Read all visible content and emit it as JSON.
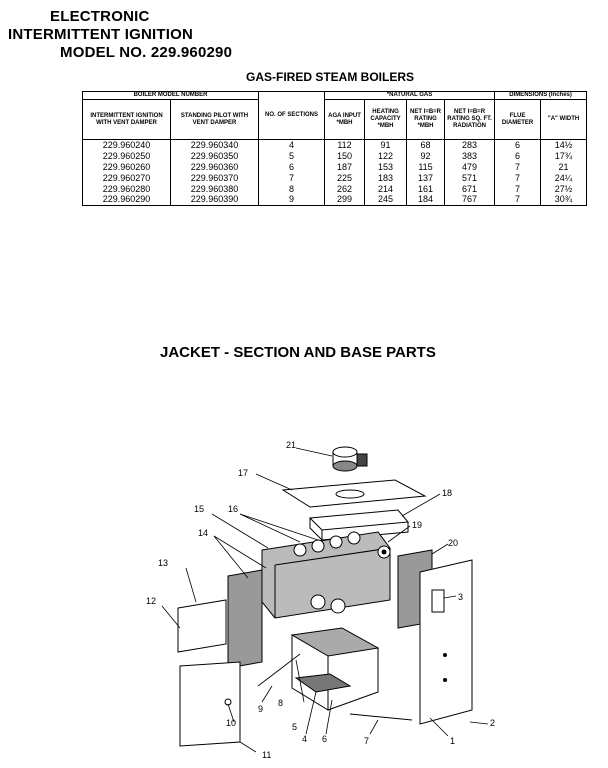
{
  "header": {
    "line1": "ELECTRONIC",
    "line2": "INTERMITTENT IGNITION",
    "line3": "MODEL NO. 229.960290"
  },
  "table": {
    "title": "GAS-FIRED STEAM BOILERS",
    "group_headers": {
      "model_number": "BOILER MODEL NUMBER",
      "natural_gas": "*NATURAL GAS",
      "dimensions": "DIMENSIONS (Inches)"
    },
    "columns": [
      "INTERMITTENT IGNITION WITH VENT DAMPER",
      "STANDING PILOT WITH VENT DAMPER",
      "NO. OF SECTIONS",
      "AGA INPUT *MBH",
      "HEATING CAPACITY *MBH",
      "NET I=B=R RATING *MBH",
      "NET I=B=R RATING SQ. FT. RADIATION",
      "FLUE DIAMETER",
      "\"A\" WIDTH"
    ],
    "rows": [
      [
        "229.960240",
        "229.960340",
        "4",
        "112",
        "91",
        "68",
        "283",
        "6",
        "14½"
      ],
      [
        "229.960250",
        "229.960350",
        "5",
        "150",
        "122",
        "92",
        "383",
        "6",
        "17¾"
      ],
      [
        "229.960260",
        "229.960360",
        "6",
        "187",
        "153",
        "115",
        "479",
        "7",
        "21"
      ],
      [
        "229.960270",
        "229.960370",
        "7",
        "225",
        "183",
        "137",
        "571",
        "7",
        "24¼"
      ],
      [
        "229.960280",
        "229.960380",
        "8",
        "262",
        "214",
        "161",
        "671",
        "7",
        "27½"
      ],
      [
        "229.960290",
        "229.960390",
        "9",
        "299",
        "245",
        "184",
        "767",
        "7",
        "30¾"
      ]
    ]
  },
  "section_title": "JACKET - SECTION AND BASE PARTS",
  "diagram": {
    "callouts": [
      "1",
      "2",
      "3",
      "4",
      "5",
      "6",
      "7",
      "8",
      "9",
      "10",
      "11",
      "12",
      "13",
      "14",
      "15",
      "16",
      "17",
      "18",
      "19",
      "20",
      "21"
    ]
  }
}
